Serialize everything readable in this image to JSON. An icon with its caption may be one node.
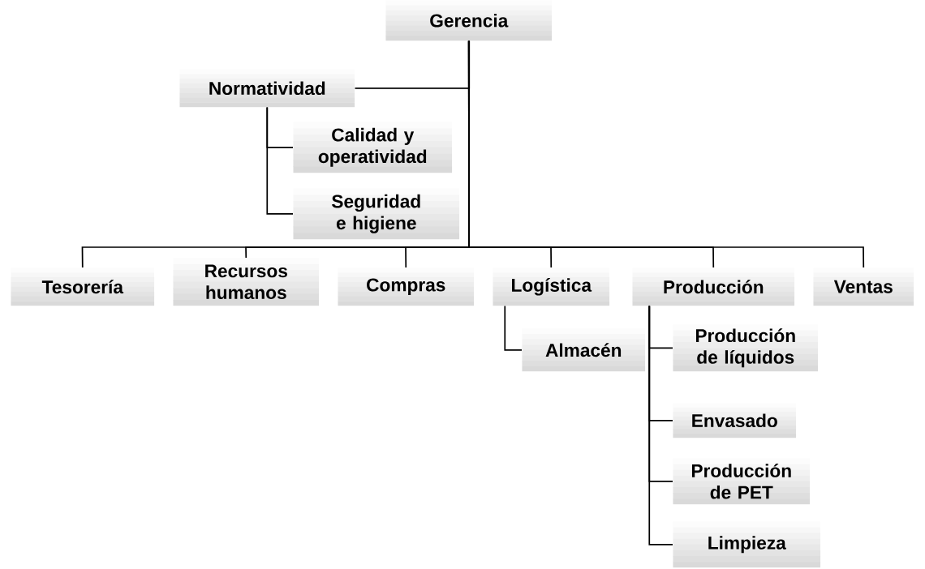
{
  "diagram": {
    "nodes": [
      {
        "text": [
          "Gerencia"
        ]
      },
      {
        "text": [
          "Normatividad"
        ]
      },
      {
        "text": [
          "Calidad y operatividad"
        ]
      },
      {
        "text": [
          "Seguridad e higiene"
        ]
      },
      {
        "text": [
          "Tesorería"
        ]
      },
      {
        "text": [
          "Recursos humanos"
        ]
      },
      {
        "text": [
          "Compras"
        ]
      },
      {
        "text": [
          "Logística"
        ]
      },
      {
        "text": [
          "Producción"
        ]
      },
      {
        "text": [
          "Ventas"
        ]
      },
      {
        "text": [
          "Almacén"
        ]
      },
      {
        "text": [
          "Producción de líquidos"
        ]
      },
      {
        "text": [
          "Envasado"
        ]
      },
      {
        "text": [
          "Producción de PET"
        ]
      },
      {
        "text": [
          "Limpieza"
        ]
      }
    ],
    "edges": [
      {
        "from": 0,
        "to": 1,
        "arrow": "none"
      },
      {
        "from": 1,
        "to": 2,
        "arrow": "none"
      },
      {
        "from": 1,
        "to": 3,
        "arrow": "none"
      },
      {
        "from": 0,
        "to": 4,
        "arrow": "none"
      },
      {
        "from": 0,
        "to": 5,
        "arrow": "none"
      },
      {
        "from": 0,
        "to": 6,
        "arrow": "none"
      },
      {
        "from": 0,
        "to": 7,
        "arrow": "none"
      },
      {
        "from": 0,
        "to": 8,
        "arrow": "none"
      },
      {
        "from": 0,
        "to": 9,
        "arrow": "none"
      },
      {
        "from": 7,
        "to": 10,
        "arrow": "none"
      },
      {
        "from": 8,
        "to": 11,
        "arrow": "none"
      },
      {
        "from": 8,
        "to": 12,
        "arrow": "none"
      },
      {
        "from": 8,
        "to": 13,
        "arrow": "none"
      },
      {
        "from": 8,
        "to": 14,
        "arrow": "none"
      }
    ]
  }
}
